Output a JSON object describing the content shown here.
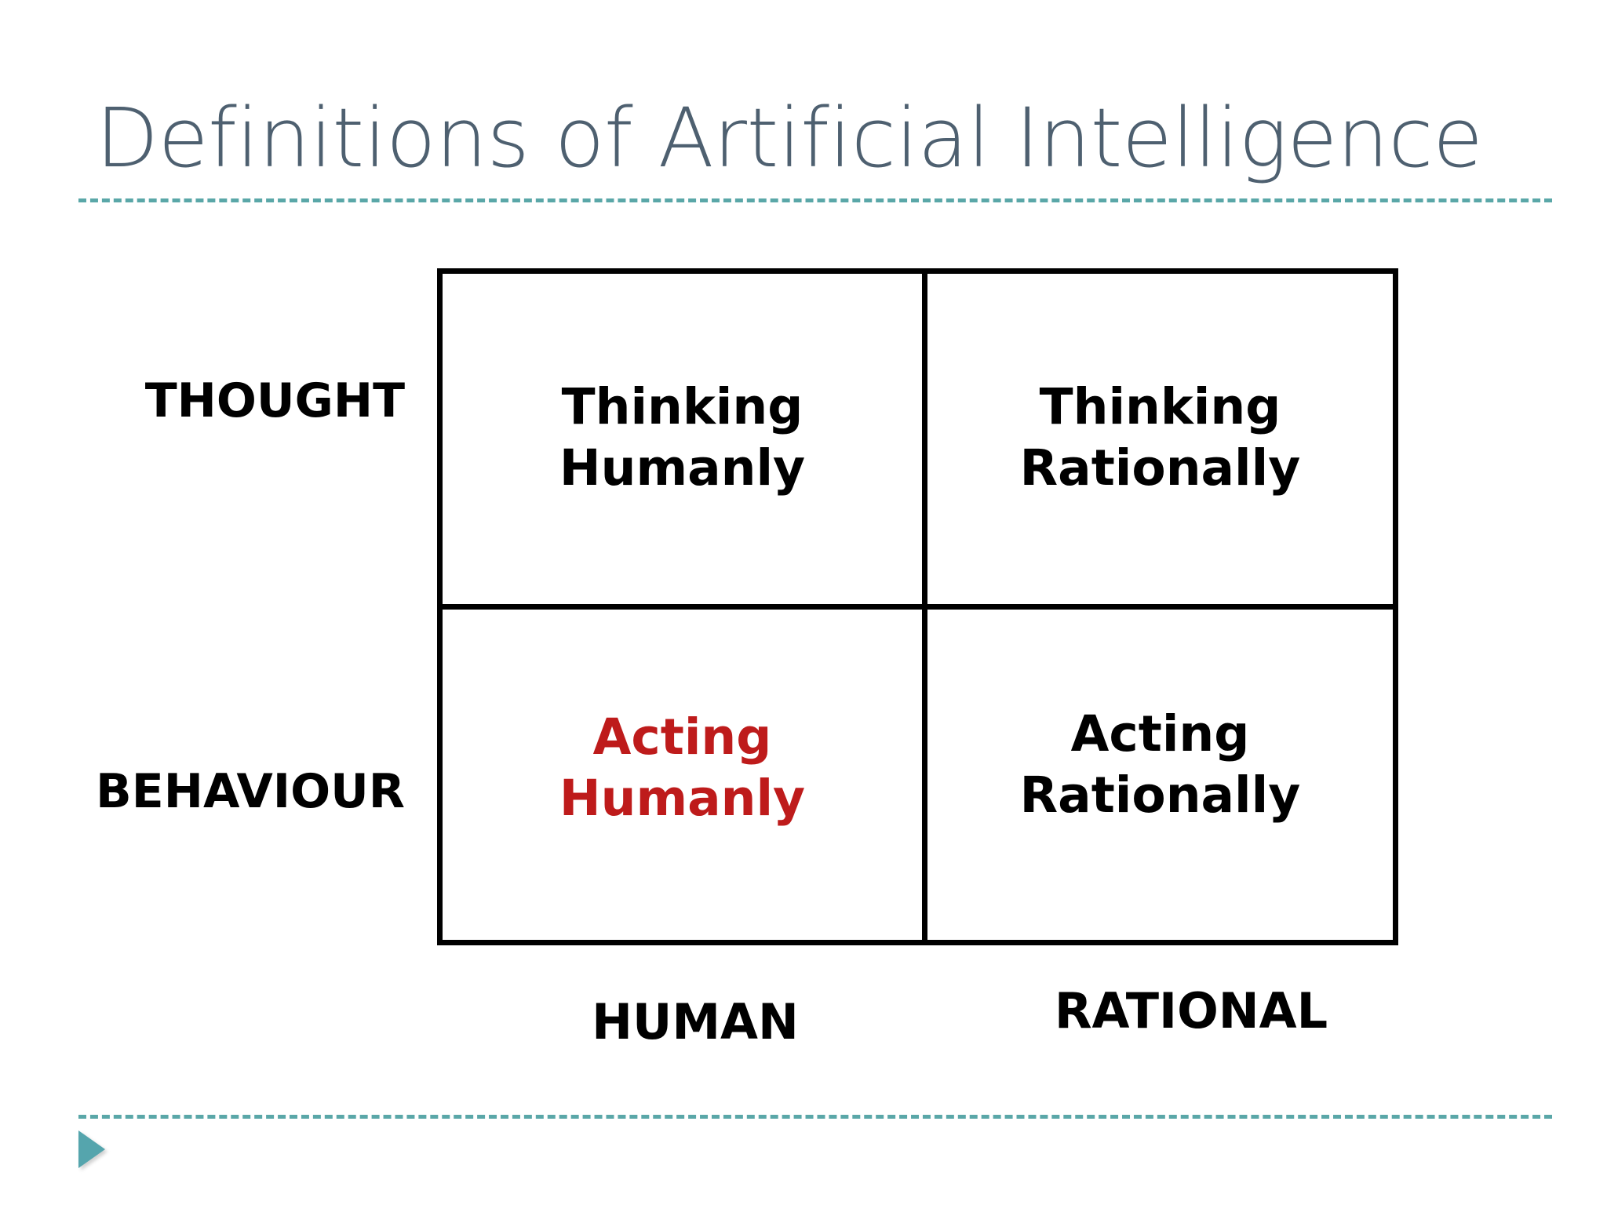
{
  "slide": {
    "title": "Definitions of Artificial Intelligence",
    "background_color": "#FFFFFF"
  },
  "theme": {
    "title_color": "#4E6070",
    "rule_color": "#5AA7A8",
    "accent_red": "#BE1B1B",
    "text_color": "#000000",
    "marker_color": "#55A5AD"
  },
  "chart_data": {
    "type": "table",
    "title": "Definitions of Artificial Intelligence",
    "row_axis_label": "",
    "column_axis_label": "",
    "rows": [
      "THOUGHT",
      "BEHAVIOUR"
    ],
    "columns": [
      "HUMAN",
      "RATIONAL"
    ],
    "cells": [
      [
        {
          "text": "Thinking\nHumanly",
          "color": "#000000",
          "highlighted": false
        },
        {
          "text": "Thinking\nRationally",
          "color": "#000000",
          "highlighted": false
        }
      ],
      [
        {
          "text": "Acting\nHumanly",
          "color": "#BE1B1B",
          "highlighted": true
        },
        {
          "text": "Acting\nRationally",
          "color": "#000000",
          "highlighted": false
        }
      ]
    ],
    "grid": true,
    "legend": null,
    "annotations": []
  },
  "matrix": {
    "row_labels": {
      "thought": "THOUGHT",
      "behaviour": "BEHAVIOUR"
    },
    "column_labels": {
      "human": "HUMAN",
      "rational": "RATIONAL"
    },
    "cells": {
      "thinking_humanly": "Thinking\nHumanly",
      "thinking_rationally": "Thinking\nRationally",
      "acting_humanly": "Acting\nHumanly",
      "acting_rationally": "Acting\nRationally"
    }
  },
  "footer": {
    "advance_marker": "play-triangle-icon"
  }
}
